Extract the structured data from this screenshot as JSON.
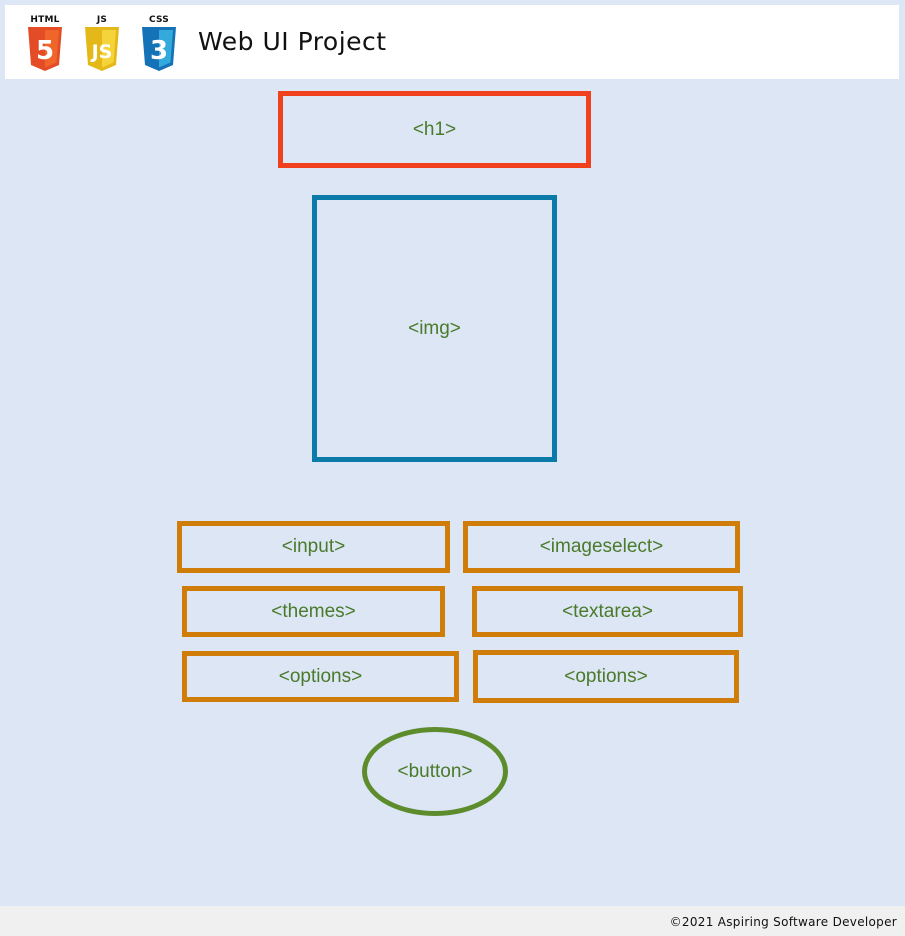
{
  "header": {
    "logos": [
      {
        "label": "HTML",
        "glyph": "5",
        "icon": "html5-icon",
        "color": "#e34c26"
      },
      {
        "label": "JS",
        "glyph": "JS",
        "icon": "javascript-icon",
        "color": "#f0c419"
      },
      {
        "label": "CSS",
        "glyph": "3",
        "icon": "css3-icon",
        "color": "#1572b6"
      }
    ],
    "title": "Web UI Project"
  },
  "wireframe": {
    "h1": "<h1>",
    "img": "<img>",
    "input": "<input>",
    "imageselect": "<imageselect>",
    "themes": "<themes>",
    "textarea": "<textarea>",
    "options_left": "<options>",
    "options_right": "<options>",
    "button": "<button>"
  },
  "footer": {
    "text": "©2021 Aspiring Software Developer"
  },
  "colors": {
    "background": "#dce6f5",
    "h1_border": "#f0401e",
    "img_border": "#0a7aa8",
    "field_border": "#d07c08",
    "button_border": "#5d8c2c",
    "label_text": "#4a7a2a"
  }
}
